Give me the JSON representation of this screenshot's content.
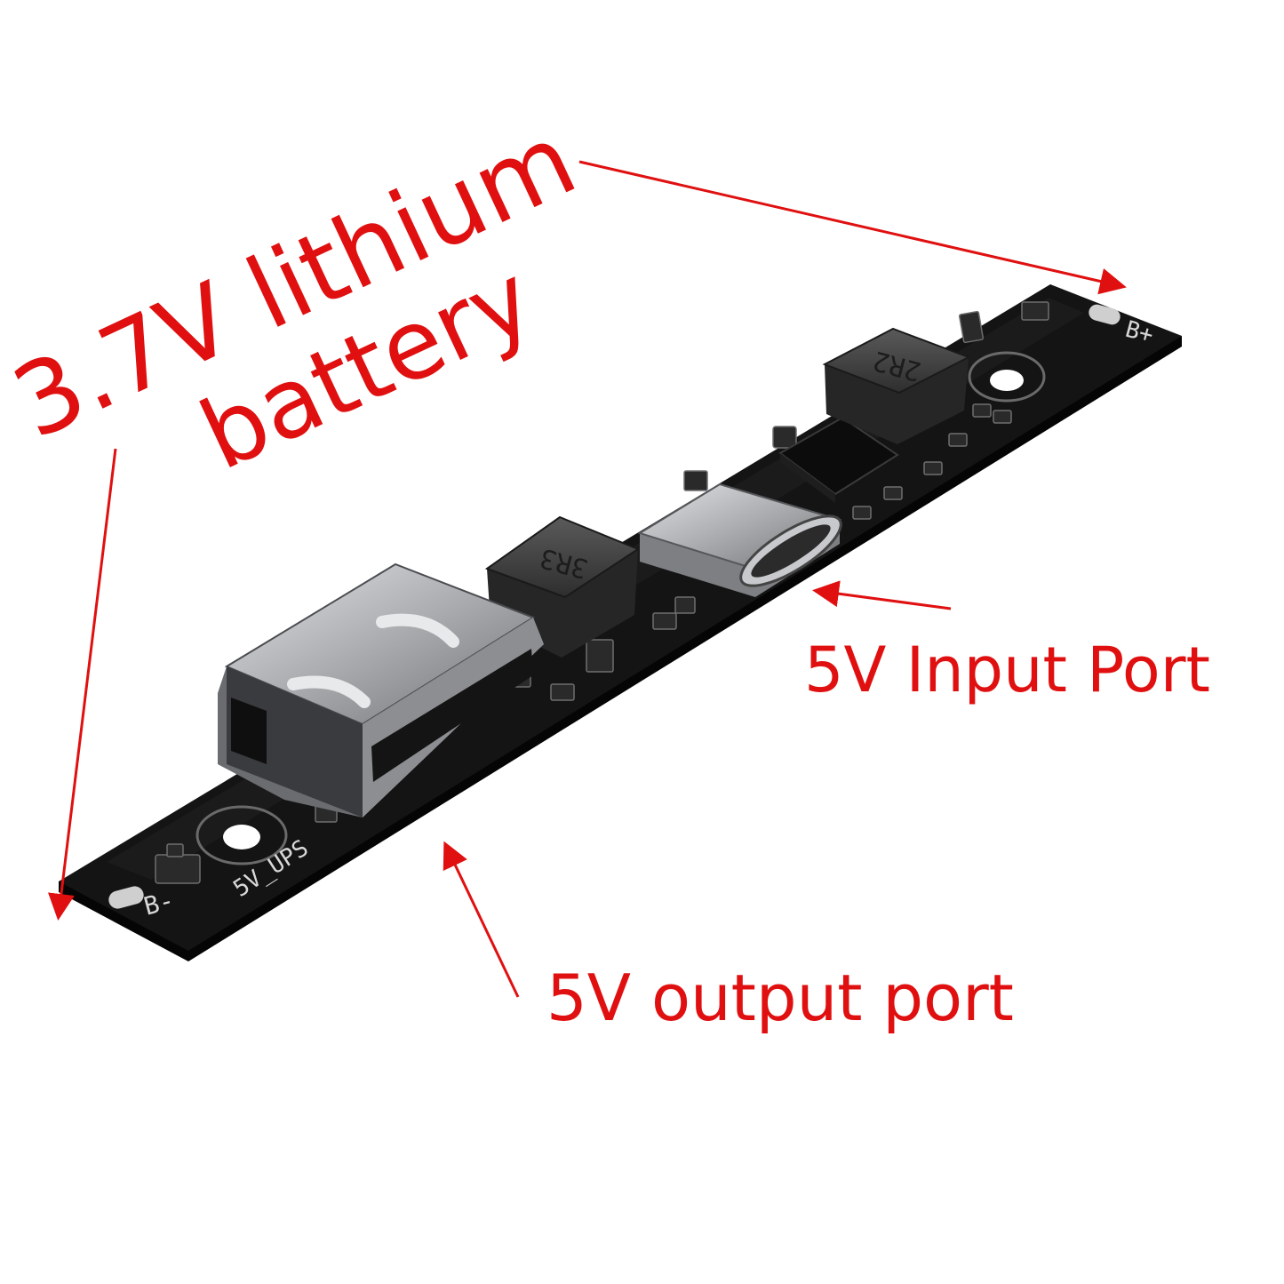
{
  "labels": {
    "battery_line1": "3.7V lithium",
    "battery_line2": "battery",
    "input_port": "5V Input Port",
    "output_port": "5V output port"
  },
  "board_silkscreen": {
    "positive_terminal": "B+",
    "negative_terminal": "B-",
    "model": "5V_UPS",
    "inductor_a": "2R2",
    "inductor_b": "3R3"
  },
  "colors": {
    "annotation": "#e01010",
    "pcb": "#121212",
    "metal": "#b7b9bc",
    "inductor": "#3c3c3c"
  }
}
